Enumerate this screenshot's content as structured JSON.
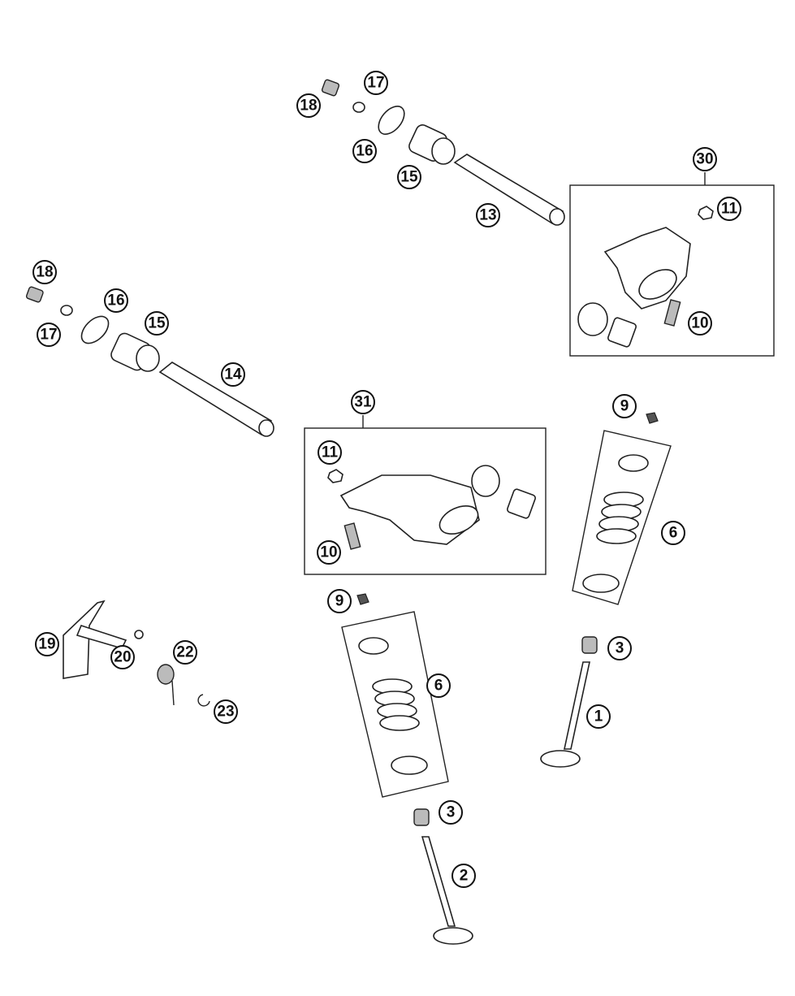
{
  "diagram": {
    "type": "exploded parts diagram",
    "callouts": [
      "17",
      "18",
      "16",
      "15",
      "13",
      "30",
      "11",
      "10",
      "18",
      "16",
      "15",
      "17",
      "14",
      "31",
      "11",
      "10",
      "9",
      "6",
      "9",
      "6",
      "3",
      "1",
      "19",
      "20",
      "22",
      "23",
      "3",
      "2"
    ]
  }
}
